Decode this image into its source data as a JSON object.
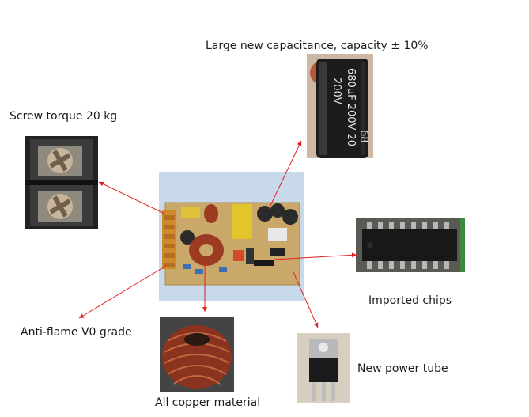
{
  "labels": {
    "capacitor": "Large new capacitance, capacity ± 10%",
    "screw": "Screw torque 20 kg",
    "chips": "Imported chips",
    "flame": "Anti-flame V0 grade",
    "copper": "All copper material",
    "tube": "New power tube"
  },
  "capacitor_print": {
    "line1": "200V",
    "line2": "680µF 200V 20",
    "line3": "68"
  },
  "colors": {
    "arrow": "#e02020",
    "pcb": "#c7d9ea",
    "copper": "#9a3b22",
    "capacitor": "#1a1a1a"
  }
}
